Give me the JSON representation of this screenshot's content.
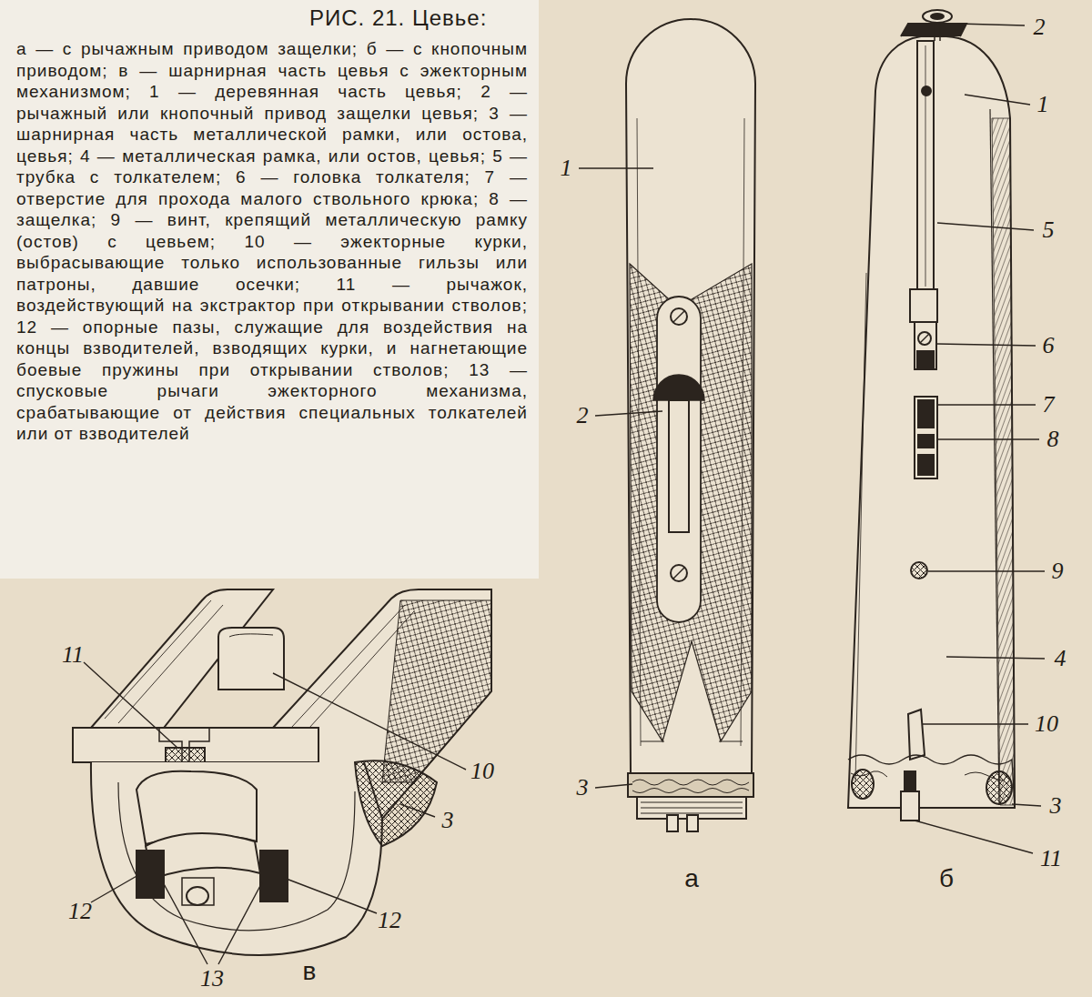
{
  "diagram": {
    "title": "РИС. 21. Цевье:",
    "caption": "а — с рычажным приводом защелки; б — с кнопочным приводом; в — шарнирная часть цевья с эжекторным механизмом; 1 — деревянная часть цевья; 2 — рычажный или кнопочный привод защелки цевья; 3 — шарнирная часть металлической рамки, или остова, цевья; 4 — металлическая рамка, или остов, цевья; 5 — трубка с толкателем; 6 — головка толкателя; 7 — отверстие для прохода малого ствольного крюка; 8 — защелка; 9 — винт, крепящий металлическую рамку (остов) с цевьем; 10 — эжекторные курки, выбрасывающие только использованные гильзы или патроны, давшие осечки; 11 — рычажок, воздействующий на экстрактор при открывании стволов; 12 — опорные пазы, служащие для воздействия на концы взводителей, взводящих курки, и нагнетающие боевые пружины при открывании стволов; 13 — спусковые рычаги эжекторного механизма, срабатывающие от действия специальных толкателей или от взводителей",
    "labels": [
      "1",
      "2",
      "3",
      "а",
      "2",
      "1",
      "5",
      "6",
      "7",
      "8",
      "9",
      "4",
      "10",
      "3",
      "11",
      "б",
      "11",
      "10",
      "3",
      "12",
      "12",
      "13",
      "в"
    ]
  }
}
